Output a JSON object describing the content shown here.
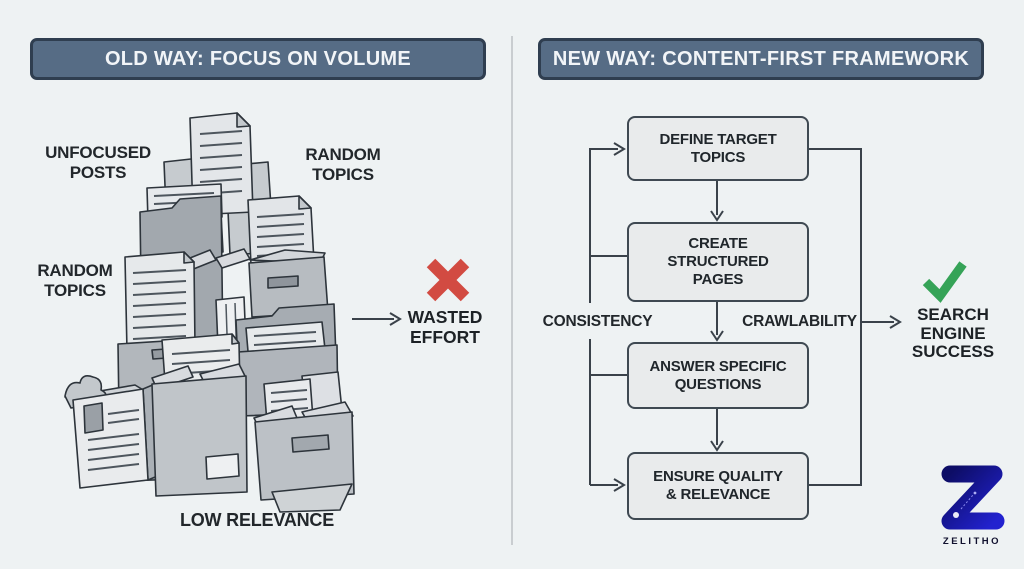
{
  "colors": {
    "background": "#eef2f3",
    "header_bg": "#566c85",
    "header_border": "#2f3e50",
    "header_text": "#f2f5f8",
    "box_bg": "#e9ebec",
    "box_border": "#3f4952",
    "connector_line": "#3a424a",
    "error_red": "#d24b42",
    "success_green": "#35a357",
    "logo_blue_dark": "#0d0d66",
    "logo_blue_bright": "#2222cf",
    "divider": "#c9cdd0"
  },
  "old_way": {
    "header": "OLD WAY: FOCUS ON VOLUME",
    "labels": {
      "unfocused_posts": "UNFOCUSED\nPOSTS",
      "random_topics_top": "RANDOM\nTOPICS",
      "random_topics_left": "RANDOM\nTOPICS",
      "low_relevance": "LOW RELEVANCE"
    },
    "outcome": "WASTED\nEFFORT",
    "outcome_icon": "red-x-icon",
    "illustration": "pile of unfocused papers, folders and boxes"
  },
  "new_way": {
    "header": "NEW WAY: CONTENT-FIRST FRAMEWORK",
    "steps": [
      {
        "label": "DEFINE TARGET\nTOPICS"
      },
      {
        "label": "CREATE\nSTRUCTURED\nPAGES"
      },
      {
        "label": "ANSWER SPECIFIC\nQUESTIONS"
      },
      {
        "label": "ENSURE QUALITY\n& RELEVANCE"
      }
    ],
    "side_labels": {
      "left": "CONSISTENCY",
      "right": "CRAWLABILITY"
    },
    "outcome": "SEARCH\nENGINE\nSUCCESS",
    "outcome_icon": "green-check-icon"
  },
  "branding": {
    "logo_text": "ZELITHO",
    "logo_icon": "z-mark-icon"
  }
}
